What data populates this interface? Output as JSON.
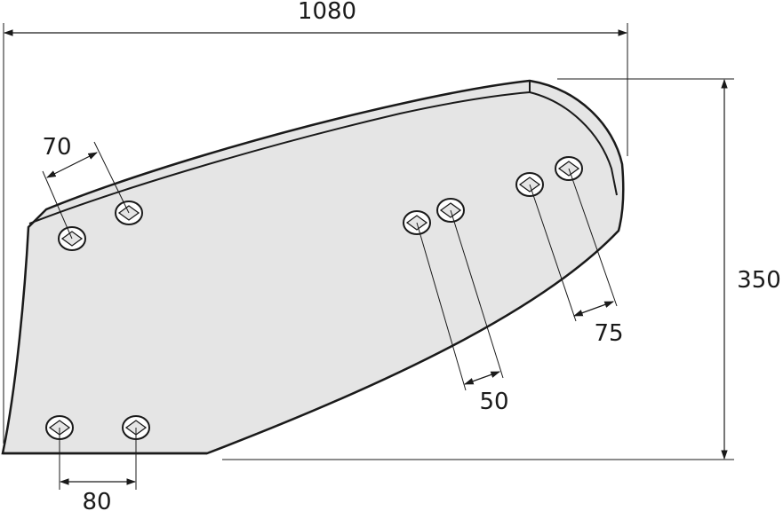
{
  "diagram": {
    "colors": {
      "plate_fill": "#e5e5e5",
      "hole_fill": "#ffffff",
      "line": "#1a1a1a",
      "background": "#ffffff"
    },
    "dimensions": {
      "overall_length": "1080",
      "height": "350",
      "bottom_hole_spacing": "80",
      "top_left_hole_spacing": "70",
      "center_hole_spacing": "50",
      "right_hole_spacing": "75"
    },
    "hole_count": 8
  }
}
